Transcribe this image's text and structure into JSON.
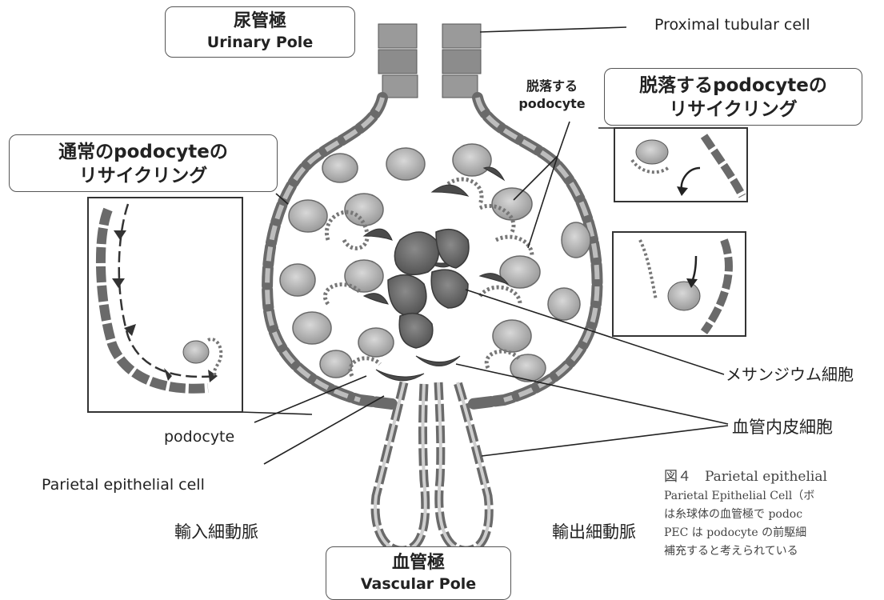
{
  "urinary_pole": {
    "ja": "尿管極",
    "en": "Urinary Pole"
  },
  "vascular_pole": {
    "ja": "血管極",
    "en": "Vascular Pole"
  },
  "normal_recycling": {
    "line1": "通常のpodocyteの",
    "line2": "リサイクリング"
  },
  "shedding_recycling": {
    "line1": "脱落するpodocyteの",
    "line2": "リサイクリング"
  },
  "labels": {
    "proximal_tubular_cell": "Proximal tubular cell",
    "shedding_podocyte_1": "脱落する",
    "shedding_podocyte_2": "podocyte",
    "mesangial_cell": "メサンジウム細胞",
    "endothelial_cell": "血管内皮細胞",
    "podocyte": "podocyte",
    "parietal_epithelial_cell": "Parietal epithelial cell",
    "afferent_arteriole": "輸入細動脈",
    "efferent_arteriole": "輸出細動脈"
  },
  "caption": {
    "title": "図４　Parietal epithelial",
    "line1": "Parietal Epithelial Cell（ボ",
    "line2": "は糸球体の血管極で podoc",
    "line3": "PEC は podocyte の前駆細",
    "line4": "補充すると考えられている"
  }
}
